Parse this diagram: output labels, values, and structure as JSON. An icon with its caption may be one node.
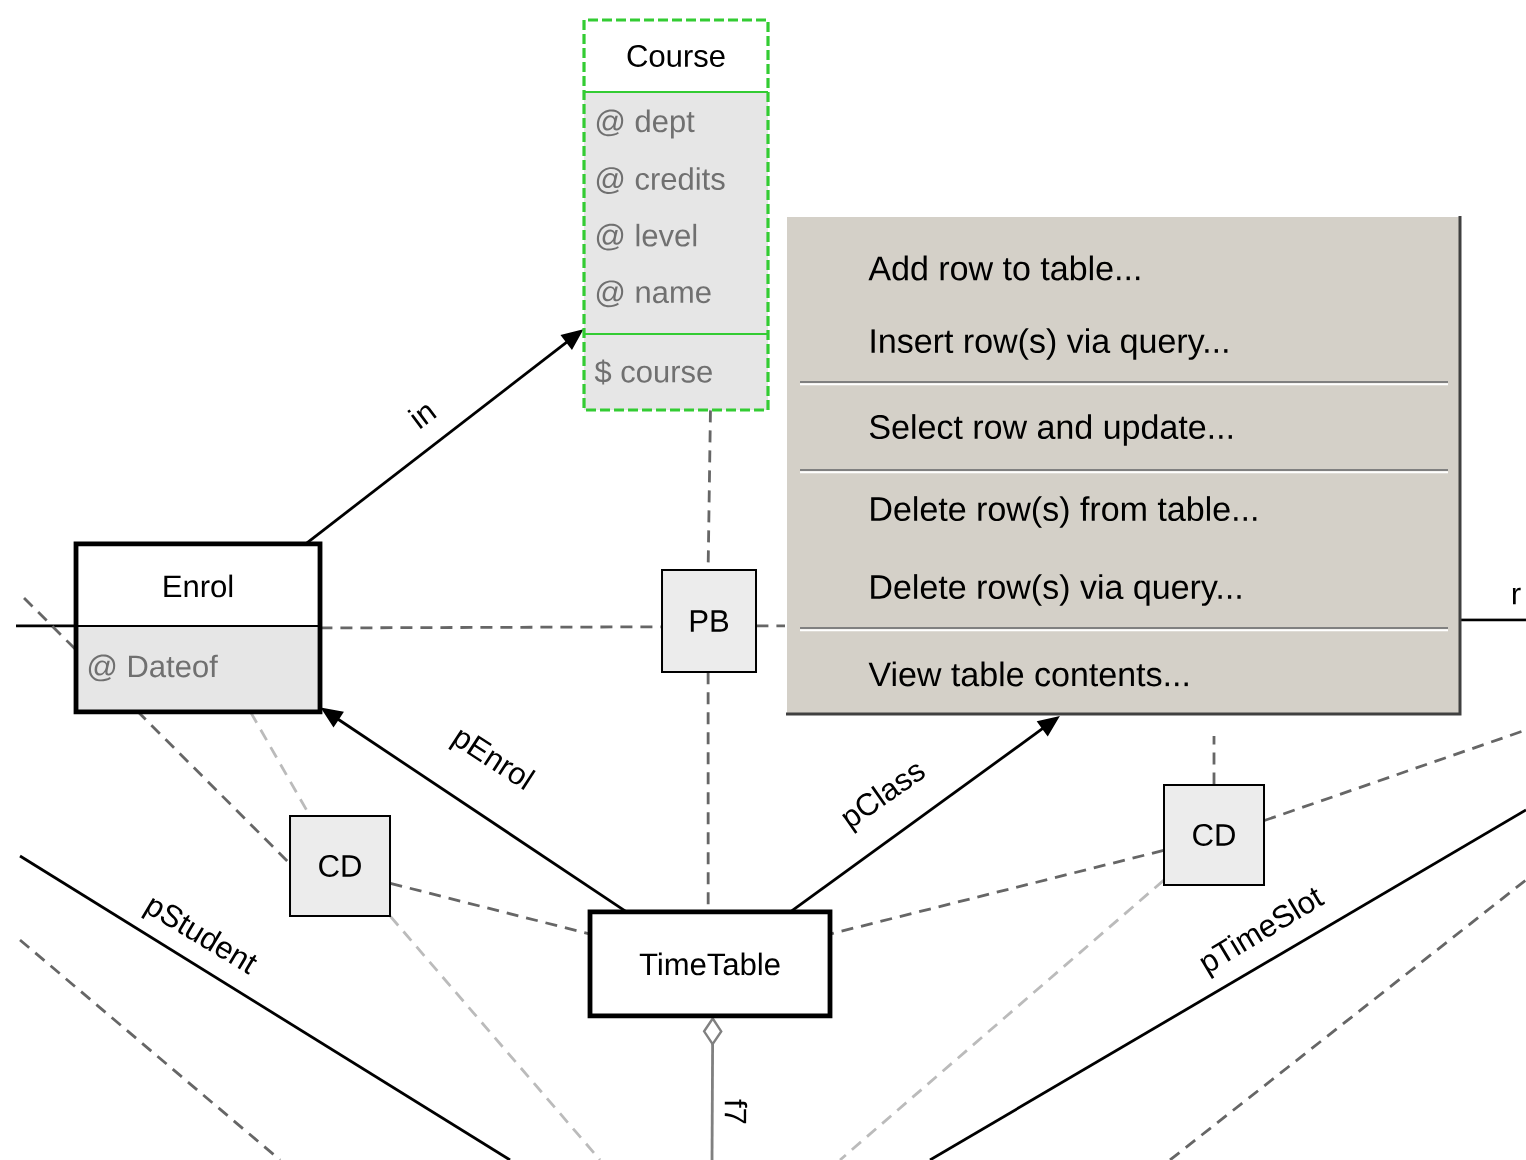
{
  "diagram": {
    "nodes": [
      {
        "text": [
          "Course",
          "@ dept",
          "@ credits",
          "@ level",
          "@ name",
          "$ course"
        ]
      },
      {
        "text": [
          "Enrol",
          "@ Dateof"
        ]
      },
      {
        "text": [
          "PB"
        ]
      },
      {
        "text": [
          "TimeTable"
        ]
      },
      {
        "text": [
          "CD"
        ]
      },
      {
        "text": [
          "CD"
        ]
      }
    ],
    "edges": [
      {
        "from": 1,
        "to": 0,
        "arrow": "to",
        "label": "in",
        "color": "#000000"
      },
      {
        "from": 3,
        "to": 1,
        "arrow": "to",
        "label": "pEnrol",
        "color": "#000000"
      },
      {
        "from": 3,
        "to": null,
        "arrow": "to",
        "label": "pClass",
        "color": "#000000"
      },
      {
        "from": 3,
        "to": null,
        "arrow": "other",
        "label": "f7",
        "color": "#808080"
      },
      {
        "from": 0,
        "to": 2,
        "arrow": "none",
        "style": "dashed",
        "color": "#666666"
      },
      {
        "from": 2,
        "to": 3,
        "arrow": "none",
        "style": "dashed",
        "color": "#666666"
      },
      {
        "from": 1,
        "to": 2,
        "arrow": "none",
        "style": "dashed",
        "color": "#666666"
      },
      {
        "from": 2,
        "to": null,
        "arrow": "none",
        "style": "dashed",
        "color": "#666666"
      },
      {
        "from": 1,
        "to": null,
        "arrow": "none",
        "color": "#000000"
      },
      {
        "from": null,
        "to": 4,
        "arrow": "none",
        "style": "dashed",
        "color": "#666666"
      },
      {
        "from": 4,
        "to": 3,
        "arrow": "none",
        "style": "dashed",
        "color": "#666666"
      },
      {
        "from": 1,
        "to": 4,
        "arrow": "none",
        "style": "dashed",
        "color": "#bbbbbb"
      },
      {
        "from": 4,
        "to": null,
        "arrow": "none",
        "style": "dashed",
        "color": "#bbbbbb"
      },
      {
        "from": 5,
        "to": 3,
        "arrow": "none",
        "style": "dashed",
        "color": "#666666"
      },
      {
        "from": 5,
        "to": null,
        "arrow": "none",
        "style": "dashed",
        "color": "#666666"
      },
      {
        "from": 5,
        "to": null,
        "arrow": "none",
        "style": "dashed",
        "color": "#666666"
      },
      {
        "from": 5,
        "to": null,
        "arrow": "none",
        "style": "dashed",
        "color": "#bbbbbb"
      }
    ],
    "labels": [
      "Add row to table...",
      "Insert row(s) via query...",
      "Select row and update...",
      "Delete row(s) from table...",
      "Delete row(s) via query...",
      "View table contents...",
      "r",
      "pStudent",
      "pTimeSlot"
    ]
  }
}
